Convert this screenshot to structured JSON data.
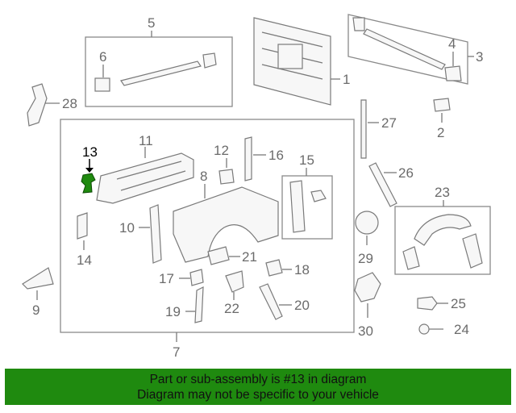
{
  "diagram": {
    "callouts": {
      "c1": "1",
      "c2": "2",
      "c3": "3",
      "c4": "4",
      "c5": "5",
      "c6": "6",
      "c7": "7",
      "c8": "8",
      "c9": "9",
      "c10": "10",
      "c11": "11",
      "c12": "12",
      "c13": "13",
      "c14": "14",
      "c15": "15",
      "c16": "16",
      "c17": "17",
      "c18": "18",
      "c19": "19",
      "c20": "20",
      "c21": "21",
      "c22": "22",
      "c23": "23",
      "c24": "24",
      "c25": "25",
      "c26": "26",
      "c27": "27",
      "c28": "28",
      "c29": "29",
      "c30": "30"
    },
    "highlight_color": "#1f8a0f"
  },
  "banner": {
    "line1": "Part or sub-assembly is #13 in diagram",
    "line2": "Diagram may not be specific to your vehicle",
    "color": "#1f8a0f"
  }
}
